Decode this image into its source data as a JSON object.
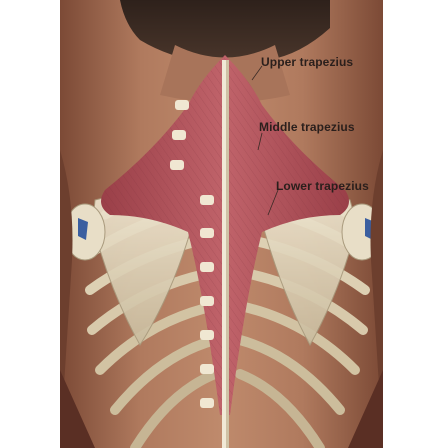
{
  "figure": {
    "subject": "posterior view of the back showing the trapezius muscle over the spine and ribs",
    "labels": {
      "upper": "Upper trapezius",
      "middle": "Middle trapezius",
      "lower": "Lower trapezius"
    },
    "colors": {
      "background": "#ffffff",
      "skin": "#b68064",
      "skin_shadow": "#7b4a36",
      "muscle": "#b3535b",
      "muscle_dark": "#8b3540",
      "bone": "#e6dcc4",
      "bone_shadow": "#b8ab8f",
      "hair": "#3a2a22",
      "label_text": "#2a1f1c"
    }
  }
}
